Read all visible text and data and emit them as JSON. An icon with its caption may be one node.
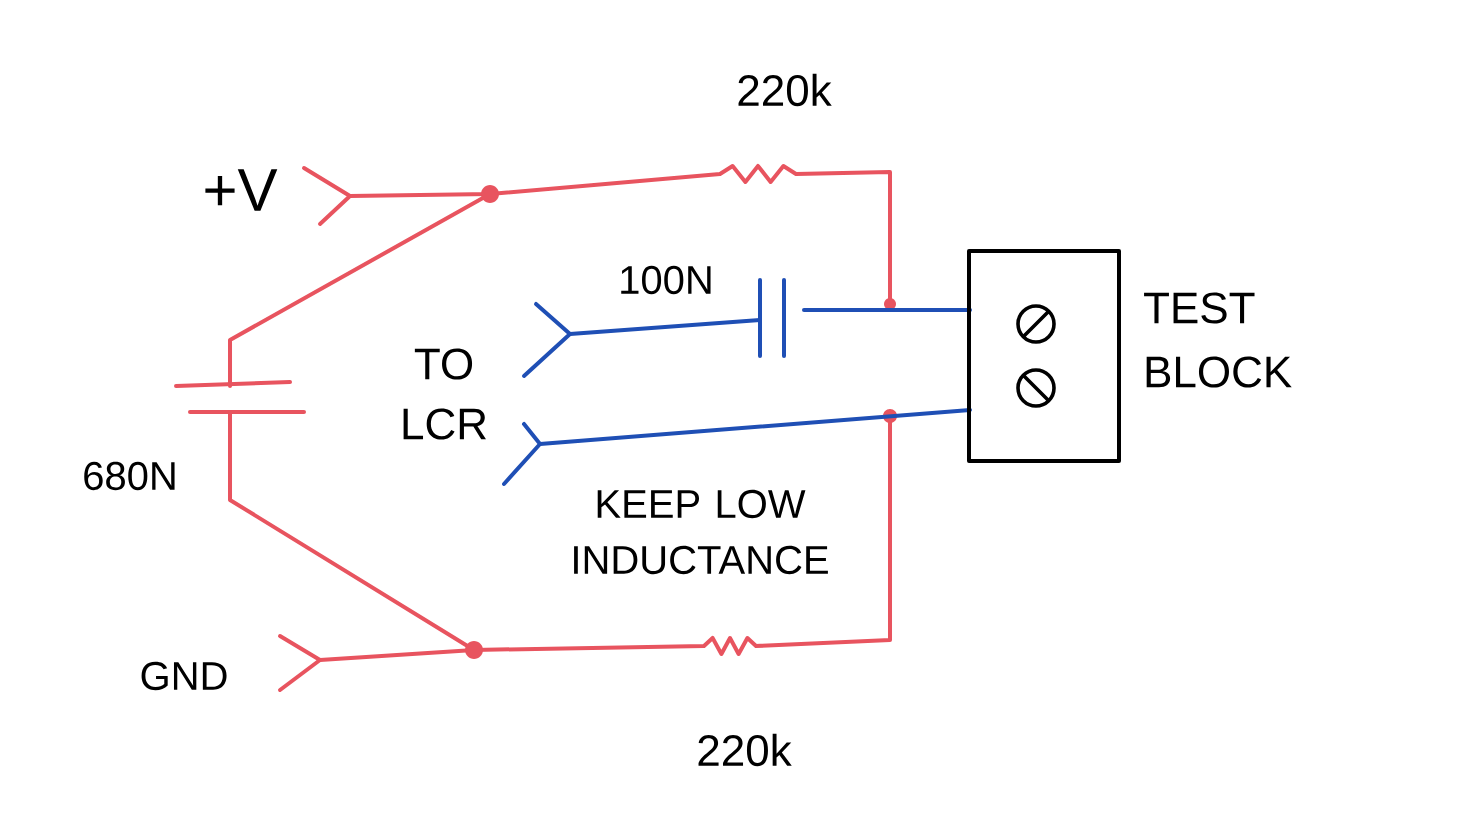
{
  "diagram": {
    "nodes": [
      {
        "text": [
          "TEST BLOCK"
        ]
      }
    ],
    "labels": [
      "220k",
      "+V",
      "100N",
      "TO LCR",
      "680N",
      "KEEP LOW INDUCTANCE",
      "GND",
      "220k"
    ]
  }
}
